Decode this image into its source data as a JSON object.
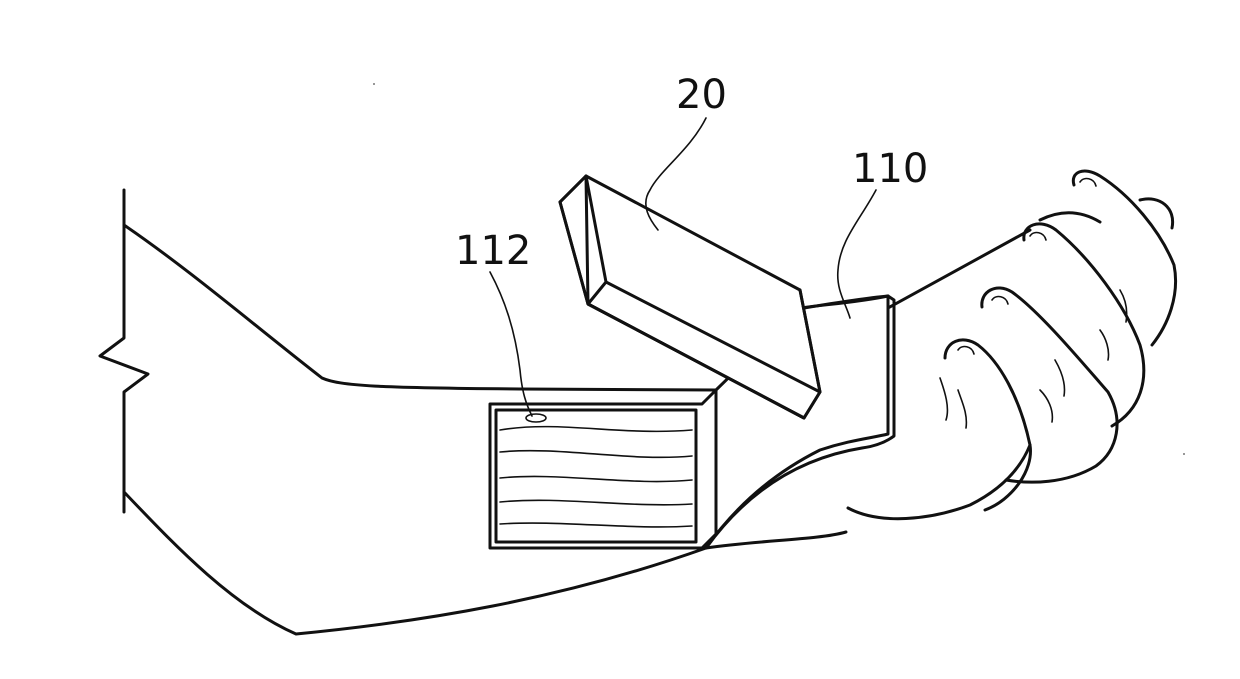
{
  "figure": {
    "labels": {
      "device": "20",
      "band": "110",
      "sensor": "112"
    }
  }
}
